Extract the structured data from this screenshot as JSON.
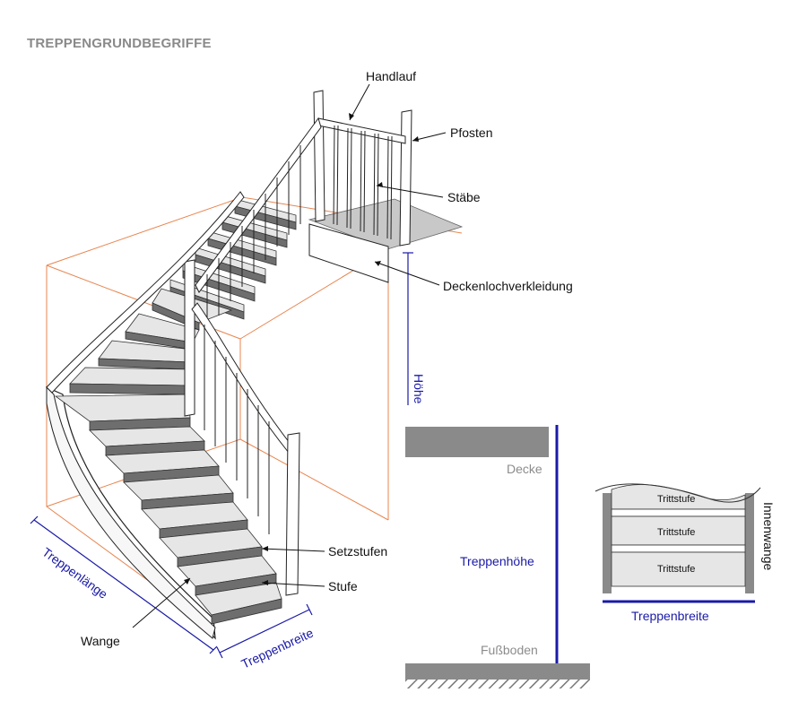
{
  "title": "TREPPENGRUNDBEGRIFFE",
  "colors": {
    "dimension_blue": "#1a1aa8",
    "outline_orange": "#e8854f",
    "gray_fill": "#8a8a8a",
    "tread_light": "#e6e6e6",
    "tread_dark": "#777777"
  },
  "labels": {
    "handlauf": "Handlauf",
    "pfosten": "Pfosten",
    "staebe": "Stäbe",
    "deckenloch": "Deckenlochverkleidung",
    "setzstufen": "Setzstufen",
    "stufe": "Stufe",
    "wange": "Wange",
    "treppenlaenge": "Treppenlänge",
    "treppenbreite": "Treppenbreite",
    "hoehe": "Höhe"
  },
  "height_diagram": {
    "decke": "Decke",
    "treppenhoehe": "Treppenhöhe",
    "fussboden": "Fußboden"
  },
  "width_diagram": {
    "steps": [
      "Trittstufe",
      "Trittstufe",
      "Trittstufe"
    ],
    "innenwange": "Innenwange",
    "treppenbreite": "Treppenbreite"
  }
}
